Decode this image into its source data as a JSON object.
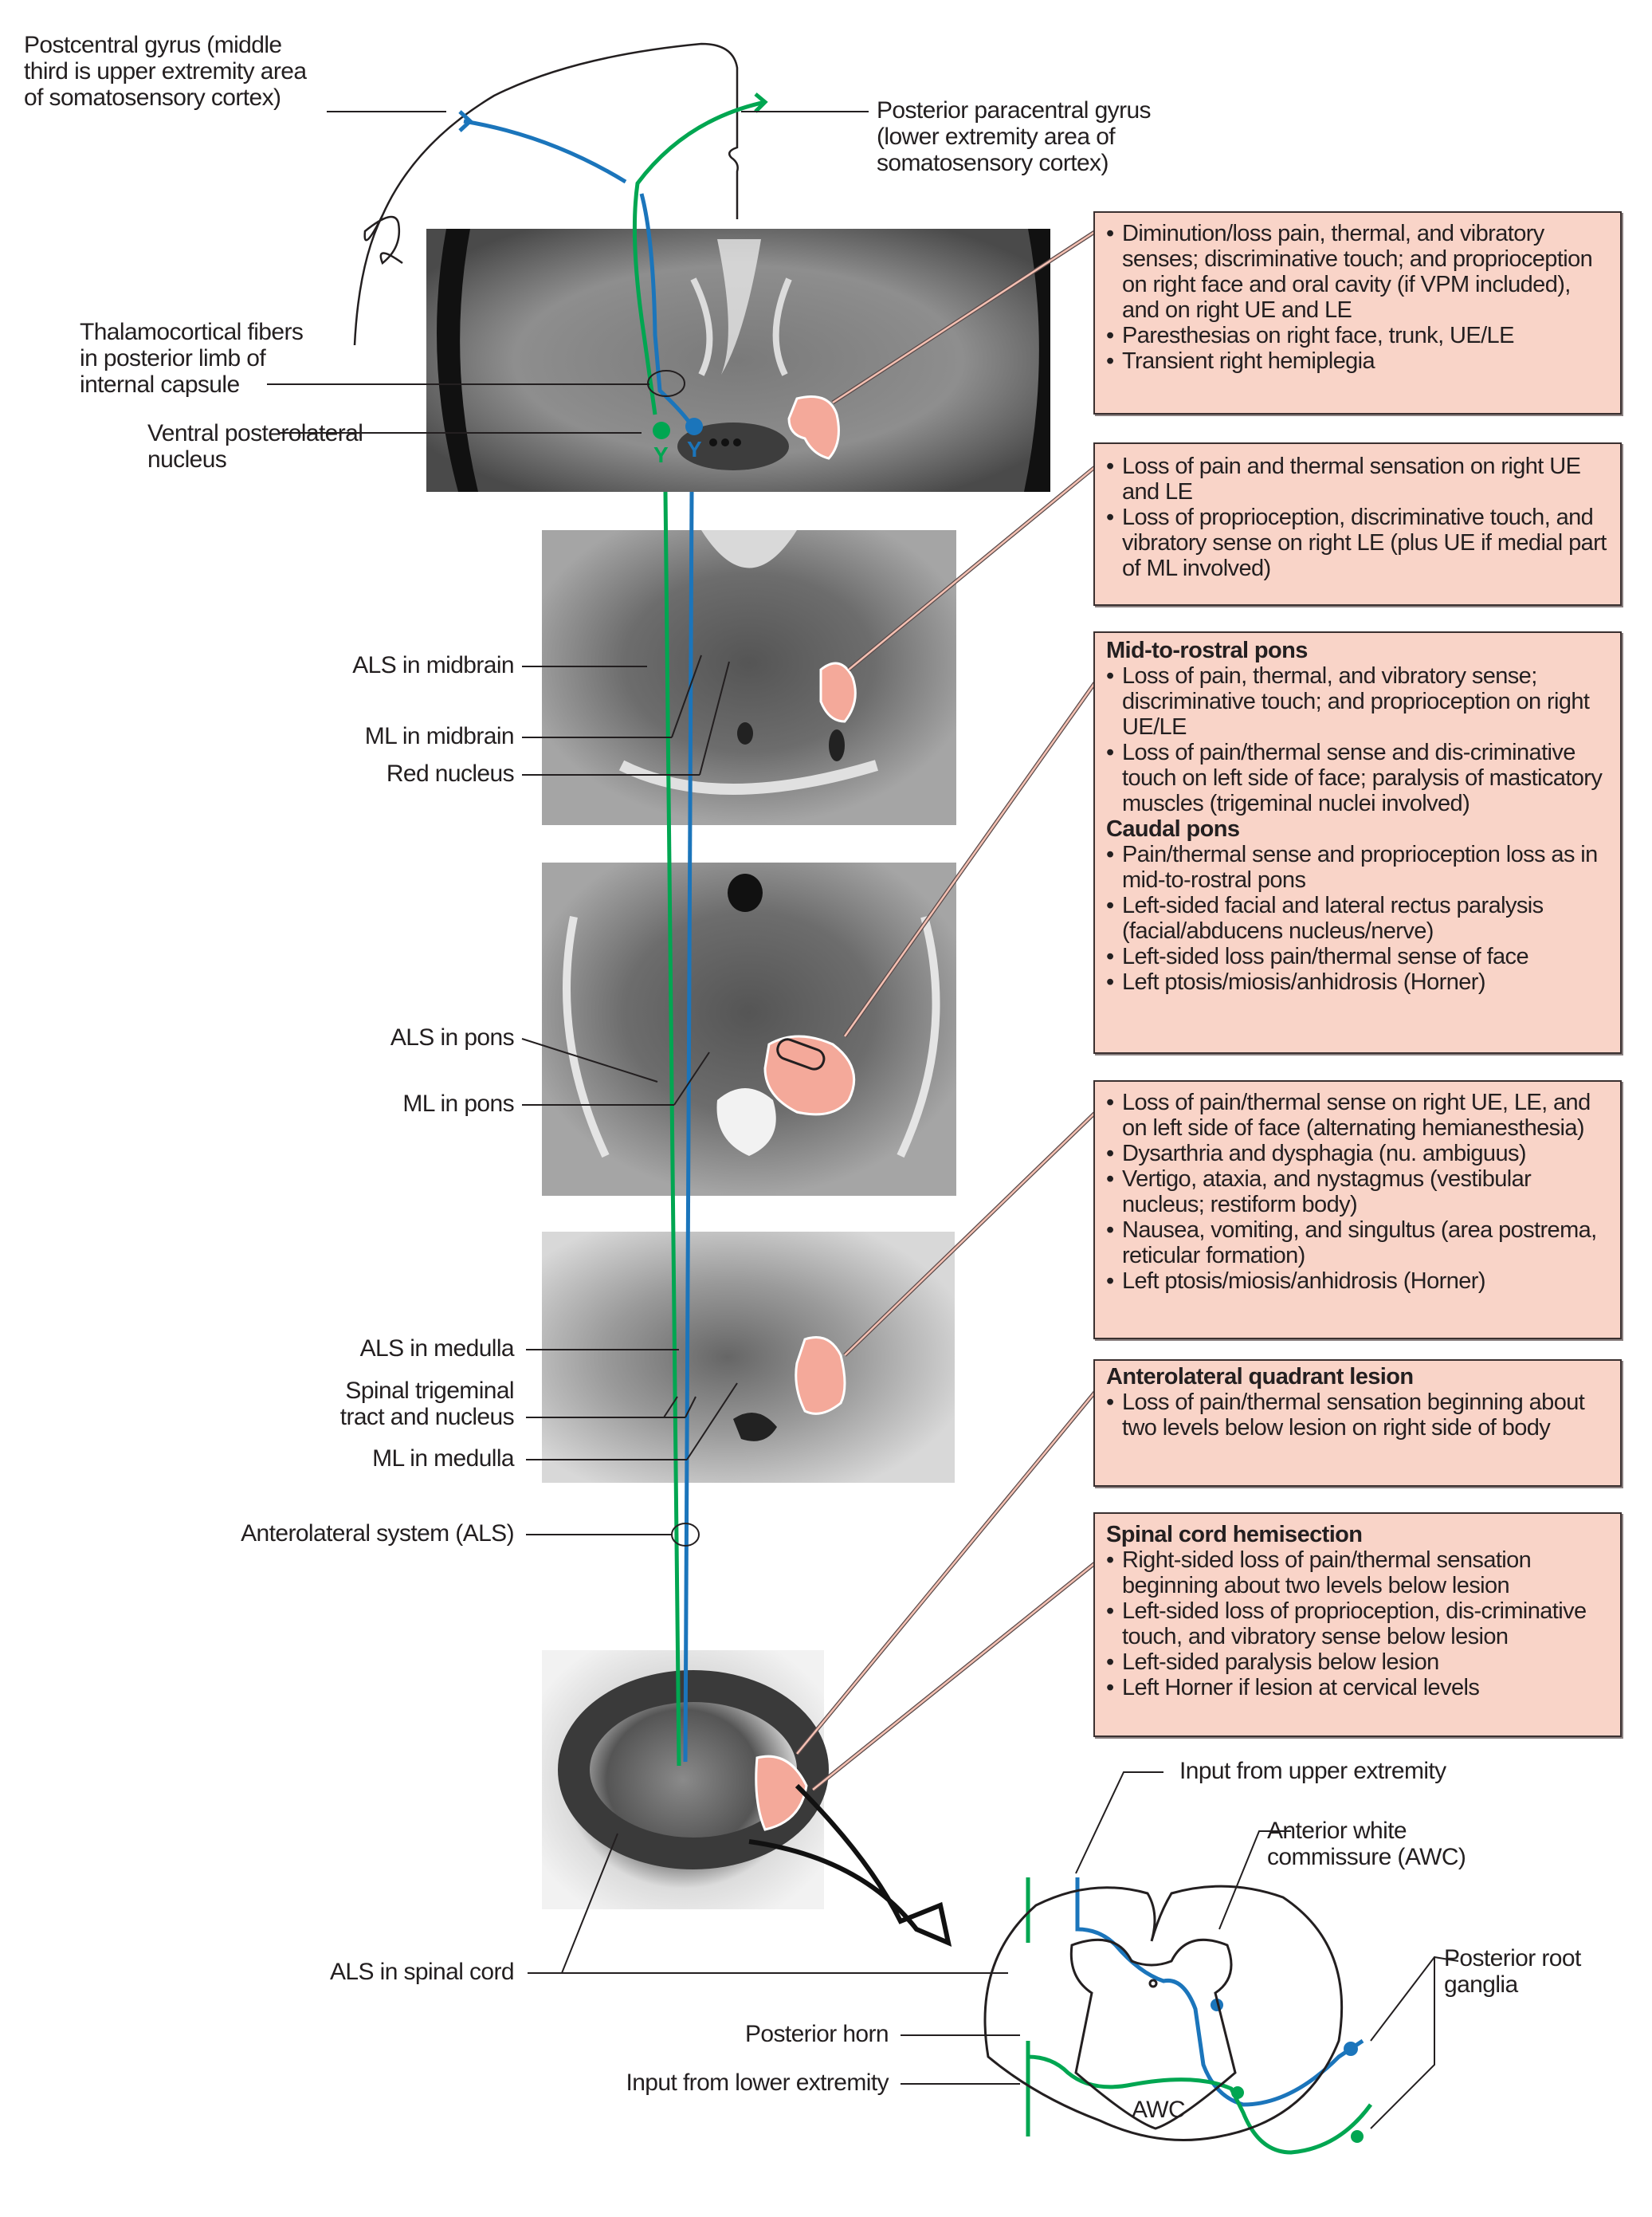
{
  "figure": {
    "colors": {
      "upper_extremity_pathway": "#1b75bb",
      "lower_extremity_pathway": "#00a651",
      "lesion_fill": "#f4a99a",
      "callout_fill": "#f9d4c8",
      "leader_line": "#231f20"
    },
    "left_labels": {
      "postcentral_gyrus": "Postcentral gyrus (middle\nthird is upper extremity area\nof somatosensory cortex)",
      "thalamocortical_fibers": "Thalamocortical fibers\nin posterior limb of\ninternal capsule",
      "vpl": "Ventral posterolateral\nnucleus",
      "als_midbrain": "ALS in midbrain",
      "ml_midbrain": "ML in midbrain",
      "red_nucleus": "Red nucleus",
      "als_pons": "ALS in pons",
      "ml_pons": "ML in pons",
      "als_medulla": "ALS in medulla",
      "spinal_trigeminal": "Spinal trigeminal\ntract and nucleus",
      "ml_medulla": "ML in medulla",
      "als_system": "Anterolateral system (ALS)",
      "als_spinal_cord": "ALS in spinal cord",
      "posterior_horn": "Posterior horn",
      "input_lower": "Input from lower extremity"
    },
    "right_labels": {
      "posterior_paracentral": "Posterior paracentral gyrus\n(lower extremity area of\nsomatosensory cortex)",
      "input_upper": "Input from upper extremity",
      "awc": "Anterior white\ncommissure (AWC)",
      "posterior_root_ganglia": "Posterior root\nganglia",
      "awc_short": "AWC"
    },
    "callouts": [
      {
        "heading": "",
        "items": [
          "Diminution/loss pain, thermal, and vibratory senses; discriminative touch; and proprioception on right face and oral cavity (if VPM included), and on right UE and LE",
          "Paresthesias on right face, trunk, UE/LE",
          "Transient right hemiplegia"
        ]
      },
      {
        "heading": "",
        "items": [
          "Loss of pain and thermal sensation on right UE and LE",
          "Loss of proprioception, discriminative touch, and vibratory sense on right LE (plus UE if medial part of ML involved)"
        ]
      },
      {
        "heading": "Mid-to-rostral pons",
        "items": [
          "Loss of pain, thermal, and vibratory sense; discriminative touch; and proprioception on right UE/LE",
          "Loss of pain/thermal sense and dis-criminative touch on left side of face; paralysis of masticatory muscles (trigeminal nuclei involved)"
        ],
        "heading2": "Caudal pons",
        "items2": [
          "Pain/thermal sense and proprioception loss as in mid-to-rostral pons",
          "Left-sided facial and lateral rectus paralysis (facial/abducens nucleus/nerve)",
          "Left-sided loss pain/thermal sense of face",
          "Left ptosis/miosis/anhidrosis (Horner)"
        ]
      },
      {
        "heading": "",
        "items": [
          "Loss of pain/thermal sense on right UE, LE, and on left side of face (alternating hemianesthesia)",
          "Dysarthria and dysphagia (nu. ambiguus)",
          "Vertigo, ataxia, and nystagmus (vestibular nucleus; restiform body)",
          "Nausea, vomiting, and singultus (area postrema, reticular formation)",
          "Left ptosis/miosis/anhidrosis (Horner)"
        ]
      },
      {
        "heading": "Anterolateral quadrant lesion",
        "items": [
          "Loss of pain/thermal sensation beginning about two levels below lesion on right side of body"
        ]
      },
      {
        "heading": "Spinal cord hemisection",
        "items": [
          "Right-sided loss of pain/thermal sensation beginning about two levels below lesion",
          "Left-sided loss of proprioception, dis-criminative touch, and vibratory sense below lesion",
          "Left-sided paralysis below lesion",
          "Left Horner if lesion at cervical levels"
        ]
      }
    ],
    "panels": [
      {
        "name": "forebrain-mri",
        "level": "internal capsule / thalamus"
      },
      {
        "name": "midbrain-mri",
        "level": "midbrain"
      },
      {
        "name": "pons-mri",
        "level": "pons"
      },
      {
        "name": "medulla-mri",
        "level": "medulla"
      },
      {
        "name": "spinal-cord-mri",
        "level": "spinal cord"
      }
    ]
  }
}
